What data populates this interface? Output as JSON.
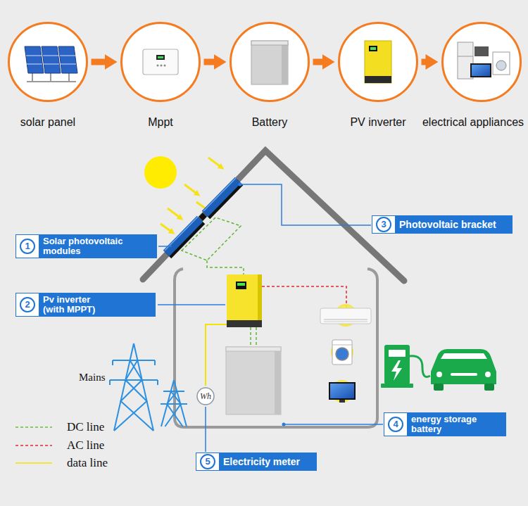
{
  "diagram": {
    "nodes": [
      {
        "text": [
          "solar panel"
        ]
      },
      {
        "text": [
          "Mppt"
        ]
      },
      {
        "text": [
          "Battery"
        ]
      },
      {
        "text": [
          "PV inverter"
        ]
      },
      {
        "text": [
          "electrical appliances"
        ]
      },
      {
        "text": [
          "3",
          "Photovoltaic bracket"
        ]
      },
      {
        "text": [
          "1",
          "Solar photovoltaic modules"
        ]
      },
      {
        "text": [
          "2",
          "Pv inverter (with MPPT)"
        ]
      },
      {
        "text": [
          "Wh"
        ]
      },
      {
        "text": [
          "4",
          "energy storage battery"
        ]
      },
      {
        "text": [
          "5",
          "Electricity meter"
        ]
      }
    ],
    "edges": [
      {
        "from": 0,
        "to": 1,
        "arrow": "to"
      },
      {
        "from": 1,
        "to": 2,
        "arrow": "to"
      },
      {
        "from": 2,
        "to": 3,
        "arrow": "to"
      },
      {
        "from": 3,
        "to": 4,
        "arrow": "to"
      }
    ],
    "labels": [
      "Mains"
    ],
    "legend": [
      {
        "text": "DC line"
      },
      {
        "text": "AC line"
      },
      {
        "text": "data line"
      }
    ]
  }
}
